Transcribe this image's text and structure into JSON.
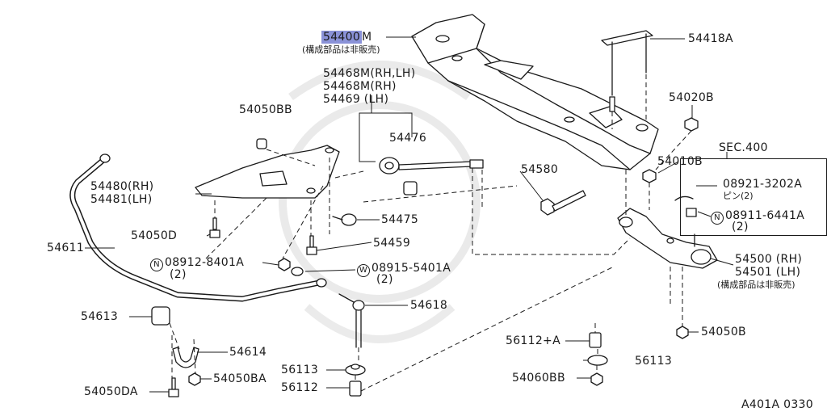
{
  "diagram": {
    "part_labels": {
      "p54400m_code": "54400",
      "p54400m_suffix": "M",
      "p54400m_note": "(構成部品は非販売)",
      "p54418a": "54418A",
      "p54468m_rhlh": "54468M(RH,LH)",
      "p54468m_rh": "54468M(RH)",
      "p54469_lh": "54469 (LH)",
      "p54476": "54476",
      "p54050bb": "54050BB",
      "p54020b": "54020B",
      "sec400": "SEC.400",
      "p54010b": "54010B",
      "p08921": "08921-3202A",
      "p08921_sub": "ピン(2)",
      "p08911": "08911-6441A",
      "p08911_sub": "(2)",
      "p54580": "54580",
      "p54480_rh": "54480(RH)",
      "p54481_lh": "54481(LH)",
      "p54475": "54475",
      "p54050d": "54050D",
      "p54459": "54459",
      "p54611": "54611",
      "p08912": "08912-8401A",
      "p08912_sub": "(2)",
      "p08915": "08915-5401A",
      "p08915_sub": "(2)",
      "p54500_rh": "54500 (RH)",
      "p54501_lh": "54501 (LH)",
      "p54500_note": "(構成部品は非販売)",
      "p54618": "54618",
      "p54613": "54613",
      "p54614": "54614",
      "p56112a": "56112+A",
      "p56113_r": "56113",
      "p54050b": "54050B",
      "p54060bb": "54060BB",
      "p56113_l": "56113",
      "p56112": "56112",
      "p54050ba": "54050BA",
      "p54050da": "54050DA"
    },
    "circled_letters": {
      "n1": "N",
      "n2": "N",
      "w": "W"
    },
    "figure_code": "A401A 0330",
    "watermark": "seal"
  }
}
